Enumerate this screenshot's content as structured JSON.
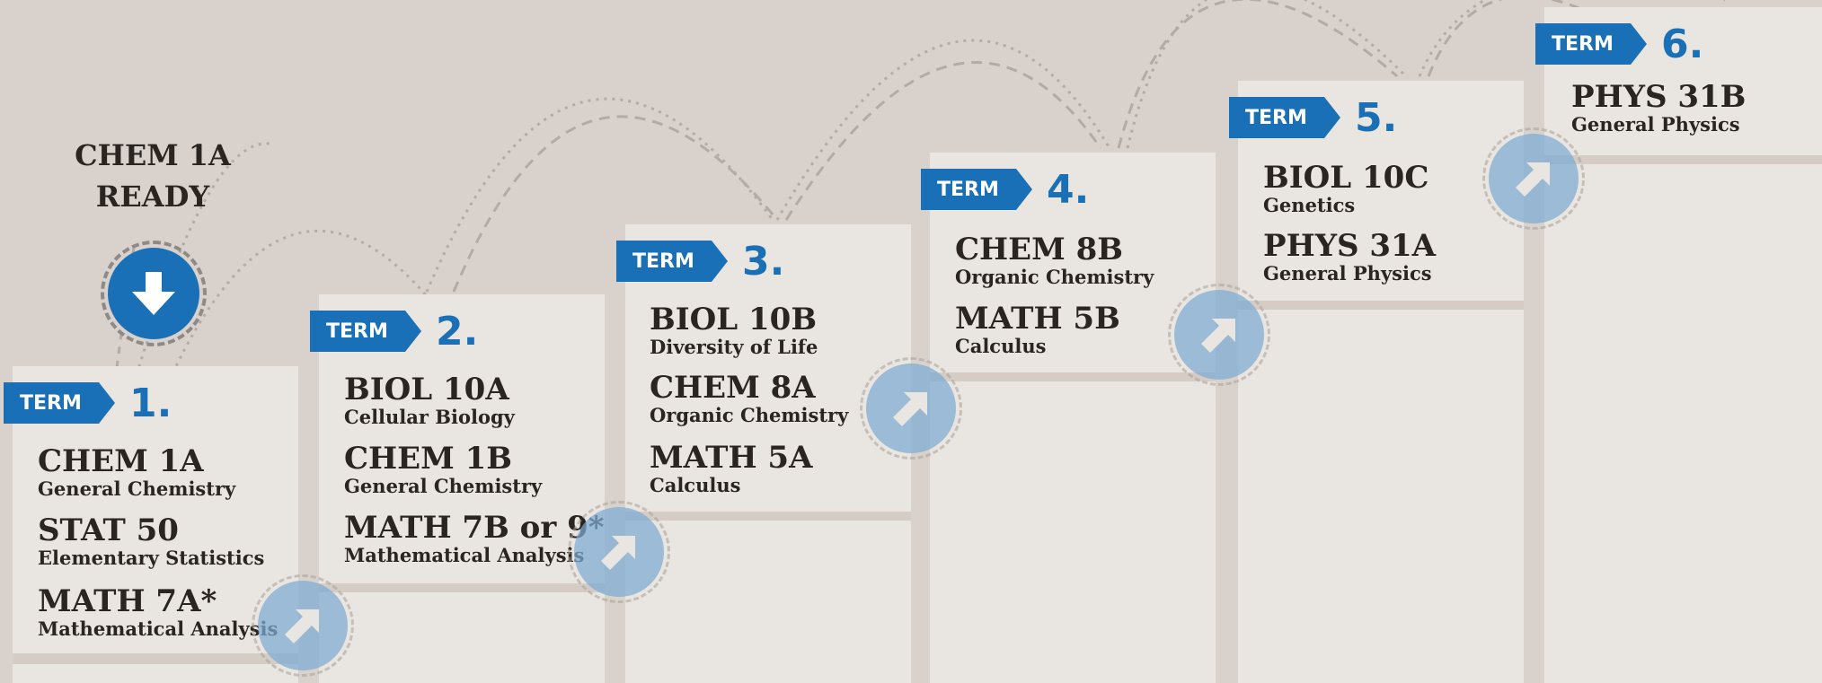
{
  "ready": {
    "line1": "CHEM 1A",
    "line2": "READY",
    "icon": "arrow-down-icon"
  },
  "colors": {
    "background": "#d9d2cc",
    "card": "#e9e5e0",
    "accent_blue": "#1a70b6",
    "next_icon_blue": "#7daad2",
    "text": "#2b2522"
  },
  "terms": [
    {
      "tag": "TERM",
      "number": "1.",
      "courses": [
        {
          "code": "CHEM 1A",
          "name": "General Chemistry"
        },
        {
          "code": "STAT 50",
          "name": "Elementary Statistics"
        },
        {
          "code": "MATH 7A*",
          "name": "Mathematical Analysis"
        }
      ],
      "next_icon": "arrow-up-right-icon"
    },
    {
      "tag": "TERM",
      "number": "2.",
      "courses": [
        {
          "code": "BIOL 10A",
          "name": "Cellular Biology"
        },
        {
          "code": "CHEM 1B",
          "name": "General Chemistry"
        },
        {
          "code": "MATH 7B or 9*",
          "name": "Mathematical Analysis"
        }
      ],
      "next_icon": "arrow-up-right-icon"
    },
    {
      "tag": "TERM",
      "number": "3.",
      "courses": [
        {
          "code": "BIOL 10B",
          "name": "Diversity of Life"
        },
        {
          "code": "CHEM 8A",
          "name": "Organic Chemistry"
        },
        {
          "code": "MATH 5A",
          "name": "Calculus"
        }
      ],
      "next_icon": "arrow-up-right-icon"
    },
    {
      "tag": "TERM",
      "number": "4.",
      "courses": [
        {
          "code": "CHEM 8B",
          "name": "Organic Chemistry"
        },
        {
          "code": "MATH 5B",
          "name": "Calculus"
        }
      ],
      "next_icon": "arrow-up-right-icon"
    },
    {
      "tag": "TERM",
      "number": "5.",
      "courses": [
        {
          "code": "BIOL 10C",
          "name": "Genetics"
        },
        {
          "code": "PHYS 31A",
          "name": "General Physics"
        }
      ],
      "next_icon": "arrow-up-right-icon"
    },
    {
      "tag": "TERM",
      "number": "6.",
      "courses": [
        {
          "code": "PHYS 31B",
          "name": "General Physics"
        }
      ]
    }
  ]
}
